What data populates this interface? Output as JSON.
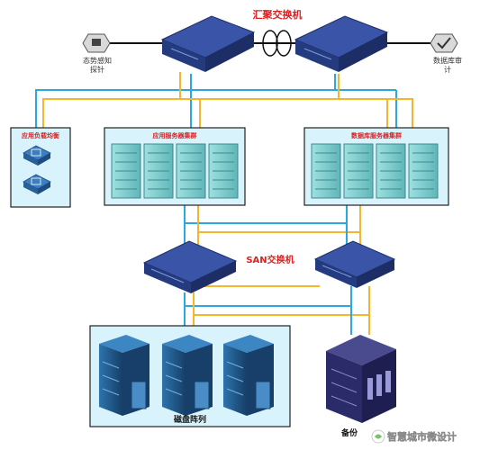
{
  "labels": {
    "core_switch": "汇聚交换机",
    "situational_probe_line1": "态势感知",
    "situational_probe_line2": "探针",
    "db_audit_line1": "数据库审",
    "db_audit_line2": "计",
    "load_balancer": "应用负载均衡",
    "app_cluster": "应用服务器集群",
    "db_cluster": "数据库服务器集群",
    "san_switch": "SAN交换机",
    "disk_array": "磁盘阵列",
    "backup": "备份",
    "watermark": "智慧城市微设计"
  },
  "colors": {
    "fiber_blue": "#29a9e0",
    "fiber_yellow": "#f5b52c",
    "ethernet_black": "#111111",
    "switch_blue": "#2f4696",
    "panel_fill": "#d8f3fb",
    "server_teal": "#7ecfcf",
    "storage_blue": "#1f5a8c",
    "backup_navy": "#2b2b6a",
    "label_red": "#e02020"
  }
}
